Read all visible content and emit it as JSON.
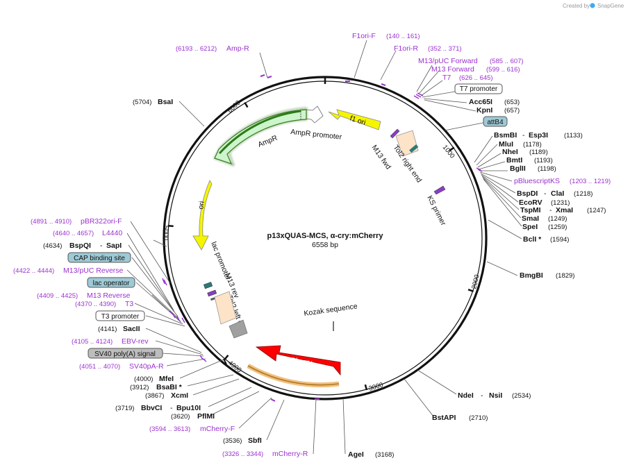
{
  "branding": {
    "created_by": "Created by",
    "app": "SnapGene"
  },
  "plasmid": {
    "name": "p13xQUAS-MCS, α-cry:mCherry",
    "size": "6558 bp"
  },
  "ticks": {
    "t1000": "1000",
    "t2000": "2000",
    "t3000": "3000",
    "t4000": "4000",
    "t5000": "5000",
    "t6000": "6000"
  },
  "features": {
    "f1_ori": "f1 ori",
    "ampr_promoter": "AmpR promoter",
    "ampr": "AmpR",
    "ori": "ori",
    "lac_promoter": "lac promoter",
    "m13_rev": "M13 rev",
    "tol2_left": "Tol2 left end",
    "tol2_right": "Tol2 right end",
    "m13_fwd": "M13 fwd",
    "ks_primer": "KS primer",
    "kozak": "Kozak sequence",
    "mcherry": "mCherry"
  },
  "primers_right": {
    "f1ori_f": "F1ori-F",
    "f1ori_f_pos": "(140 .. 161)",
    "f1ori_r": "F1ori-R",
    "f1ori_r_pos": "(352 .. 371)",
    "m13_puc_fwd": "M13/pUC Forward",
    "m13_puc_fwd_pos": "(585 .. 607)",
    "m13_fwd": "M13 Forward",
    "m13_fwd_pos": "(599 .. 616)",
    "t7": "T7",
    "t7_pos": "(626 .. 645)",
    "pbluescriptks": "pBluescriptKS",
    "pbluescriptks_pos": "(1203 .. 1219)"
  },
  "boxes_right": {
    "t7_promoter": "T7 promoter",
    "attb4": "attB4"
  },
  "sites_right": {
    "acc65i": "Acc65I",
    "acc65i_pos": "(653)",
    "kpni": "KpnI",
    "kpni_pos": "(657)",
    "bsmbi": "BsmBI",
    "esp3i": "Esp3I",
    "bsmbi_pos": "(1133)",
    "mlui": "MluI",
    "mlui_pos": "(1178)",
    "nhei": "NheI",
    "nhei_pos": "(1189)",
    "bmti": "BmtI",
    "bmti_pos": "(1193)",
    "bglii": "BglII",
    "bglii_pos": "(1198)",
    "bspdi": "BspDI",
    "clai": "ClaI",
    "bspdi_pos": "(1218)",
    "ecorv": "EcoRV",
    "ecorv_pos": "(1231)",
    "tspmi": "TspMI",
    "xmai": "XmaI",
    "tspmi_pos": "(1247)",
    "smai": "SmaI",
    "smai_pos": "(1249)",
    "spei": "SpeI",
    "spei_pos": "(1259)",
    "bcli": "BclI *",
    "bcli_pos": "(1594)",
    "bmgbi": "BmgBI",
    "bmgbi_pos": "(1829)",
    "ndei": "NdeI",
    "nsii": "NsiI",
    "ndei_pos": "(2534)",
    "bstapi": "BstAPI",
    "bstapi_pos": "(2710)",
    "agei": "AgeI",
    "agei_pos": "(3168)"
  },
  "left": {
    "ampr_primer_pos": "(6193 .. 6212)",
    "ampr_primer": "Amp-R",
    "bsai_pos": "(5704)",
    "bsai": "BsaI",
    "pbr322_pos": "(4891 .. 4910)",
    "pbr322": "pBR322ori-F",
    "l4440_pos": "(4640 .. 4657)",
    "l4440": "L4440",
    "bspqi_pos": "(4634)",
    "bspqi": "BspQI",
    "sapi": "SapI",
    "cap_site": "CAP binding site",
    "m13puc_rev_pos": "(4422 .. 4444)",
    "m13puc_rev": "M13/pUC Reverse",
    "lac_operator": "lac operator",
    "m13_reverse_pos": "(4409 .. 4425)",
    "m13_reverse": "M13 Reverse",
    "t3_pos": "(4370 .. 4390)",
    "t3": "T3",
    "t3_promoter": "T3 promoter",
    "sacii_pos": "(4141)",
    "sacii": "SacII",
    "ebv_rev_pos": "(4105 .. 4124)",
    "ebv_rev": "EBV-rev",
    "sv40_polya": "SV40 poly(A) signal",
    "sv40pa_r_pos": "(4051 .. 4070)",
    "sv40pa_r": "SV40pA-R",
    "mfei_pos": "(4000)",
    "mfei": "MfeI",
    "bsabi_pos": "(3912)",
    "bsabi": "BsaBI *",
    "xcmi_pos": "(3867)",
    "xcmi": "XcmI",
    "bbvci_pos": "(3719)",
    "bbvci": "BbvCI",
    "bpu10i": "Bpu10I",
    "pflmi_pos": "(3620)",
    "pflmi": "PflMI",
    "mcherry_f_pos": "(3594 .. 3613)",
    "mcherry_f": "mCherry-F",
    "sbfi_pos": "(3536)",
    "sbfi": "SbfI",
    "mcherry_r_pos": "(3326 .. 3344)",
    "mcherry_r": "mCherry-R"
  },
  "colors": {
    "backbone": "#111111",
    "primer": "#9b30d0",
    "f1_ori": "#f5f500",
    "ori": "#f5f500",
    "ampr": "#ccf5cc",
    "ampr_outline": "#3a7a1f",
    "mcherry": "#ff0000",
    "misc_box": "#9ecad6",
    "sv40_box": "#bdbdbd",
    "tol2": "#fde3c7",
    "tol2_left_end": "#9a9a9a"
  }
}
